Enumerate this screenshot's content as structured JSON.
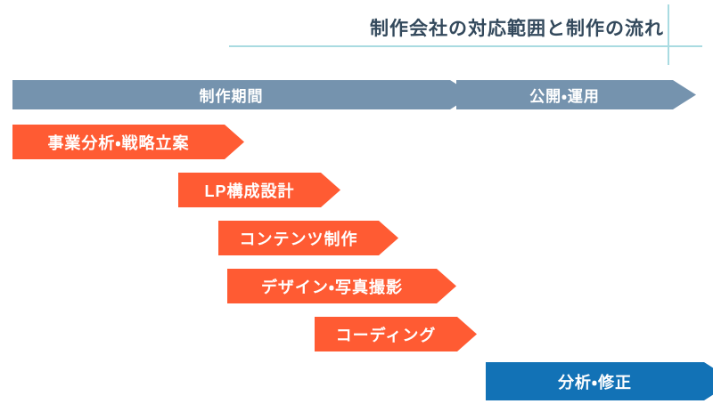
{
  "title": "制作会社の対応範囲と制作の流れ",
  "colors": {
    "title_text": "#33495C",
    "accent_line": "#A9DBE1",
    "phase_arrow": "#7593AE",
    "step_arrow": "#FF5B33",
    "final_arrow": "#1272B6",
    "arrow_text": "#FFFFFF"
  },
  "phases": [
    {
      "label": "制作期間"
    },
    {
      "label": "公開・運用"
    }
  ],
  "steps": [
    {
      "label": "事業分析・戦略立案"
    },
    {
      "label": "LP構成設計"
    },
    {
      "label": "コンテンツ制作"
    },
    {
      "label": "デザイン・写真撮影"
    },
    {
      "label": "コーディング"
    }
  ],
  "final_step": {
    "label": "分析・修正"
  }
}
